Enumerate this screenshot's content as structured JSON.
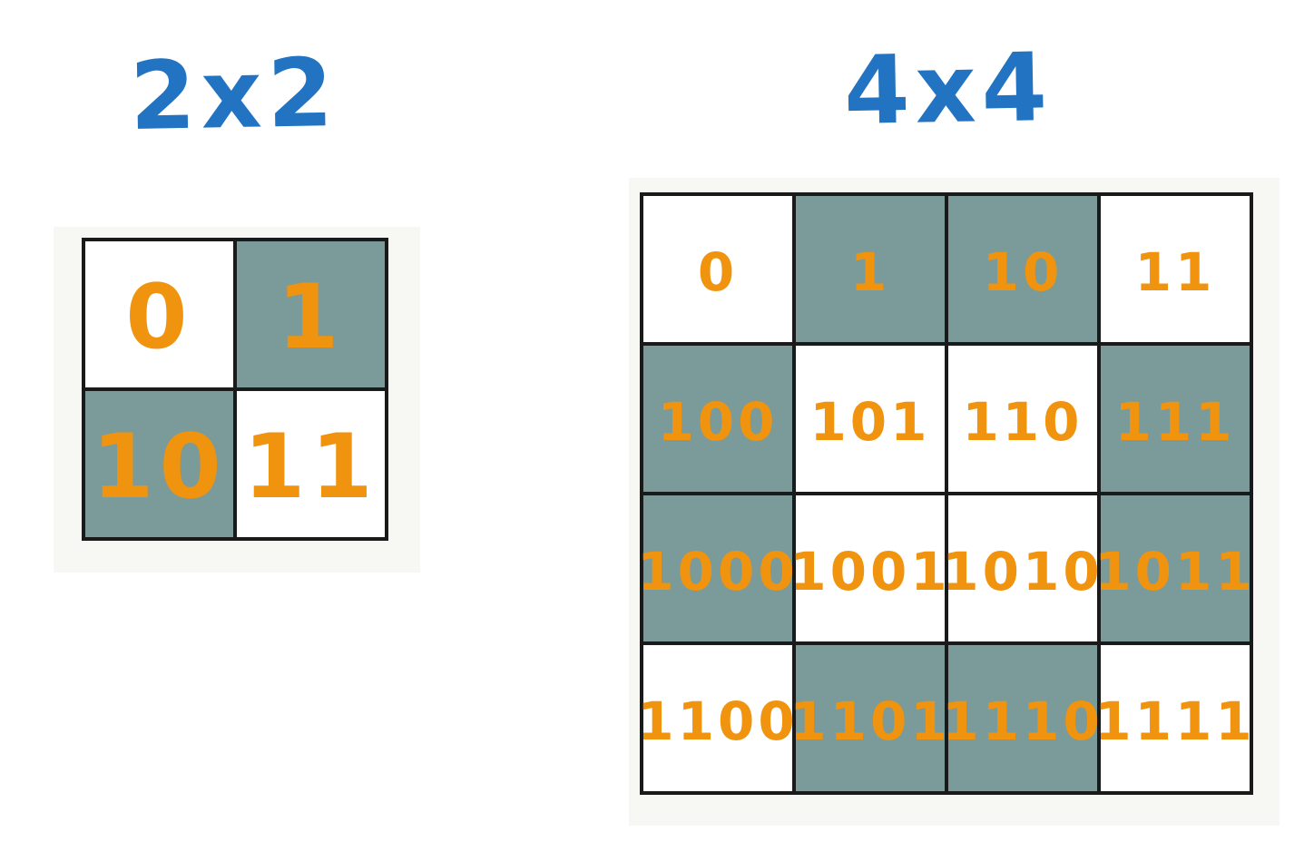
{
  "colors": {
    "title_blue": "#2273C2",
    "digit_orange": "#F0930E",
    "cell_teal": "#7A9B99",
    "cell_white": "#FFFFFF",
    "grid_line": "#1A1A1A",
    "panel_bg": "#F7F7F4",
    "page_bg": "#FFFFFF"
  },
  "grids": [
    {
      "title": "2x2",
      "rows": [
        {
          "cells": [
            {
              "value": "0",
              "shaded": false
            },
            {
              "value": "1",
              "shaded": true
            }
          ]
        },
        {
          "cells": [
            {
              "value": "10",
              "shaded": true
            },
            {
              "value": "11",
              "shaded": false
            }
          ]
        }
      ]
    },
    {
      "title": "4x4",
      "rows": [
        {
          "cells": [
            {
              "value": "0",
              "shaded": false
            },
            {
              "value": "1",
              "shaded": true
            },
            {
              "value": "10",
              "shaded": true
            },
            {
              "value": "11",
              "shaded": false
            }
          ]
        },
        {
          "cells": [
            {
              "value": "100",
              "shaded": true
            },
            {
              "value": "101",
              "shaded": false
            },
            {
              "value": "110",
              "shaded": false
            },
            {
              "value": "111",
              "shaded": true
            }
          ]
        },
        {
          "cells": [
            {
              "value": "1000",
              "shaded": true
            },
            {
              "value": "1001",
              "shaded": false
            },
            {
              "value": "1010",
              "shaded": false
            },
            {
              "value": "1011",
              "shaded": true
            }
          ]
        },
        {
          "cells": [
            {
              "value": "1100",
              "shaded": false
            },
            {
              "value": "1101",
              "shaded": true
            },
            {
              "value": "1110",
              "shaded": true
            },
            {
              "value": "1111",
              "shaded": false
            }
          ]
        }
      ]
    }
  ]
}
